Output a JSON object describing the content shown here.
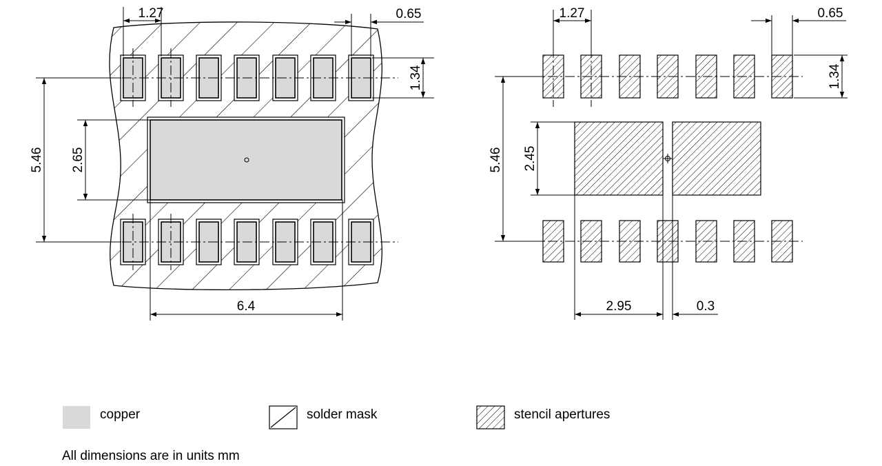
{
  "colors": {
    "copper": "#d9d9d9",
    "line": "#000000"
  },
  "left_view": {
    "pitch": "1.27",
    "pad_width": "0.65",
    "pad_length": "1.34",
    "row_span": "5.46",
    "thermal_pad_height": "2.65",
    "thermal_pad_width": "6.4"
  },
  "right_view": {
    "pitch": "1.27",
    "pad_width": "0.65",
    "pad_length": "1.34",
    "row_span": "5.46",
    "aperture_height": "2.45",
    "aperture_width": "2.95",
    "aperture_gap": "0.3"
  },
  "legend": {
    "copper": "copper",
    "solder_mask": "solder mask",
    "stencil": "stencil apertures"
  },
  "note": "All dimensions are in units mm"
}
